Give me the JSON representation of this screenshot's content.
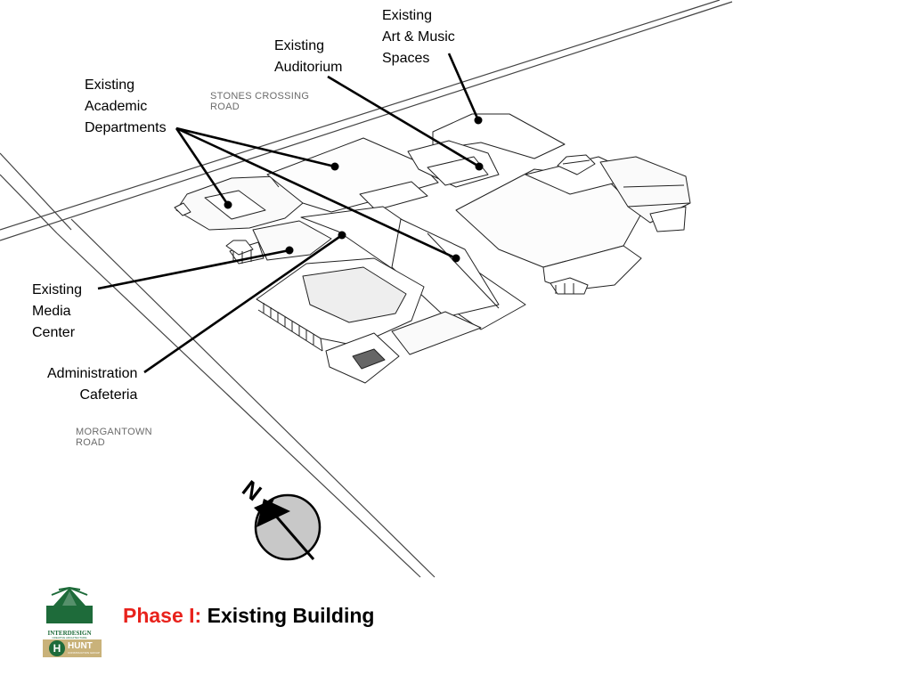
{
  "labels": {
    "art_music": [
      "Existing",
      "Art & Music",
      "Spaces"
    ],
    "auditorium": [
      "Existing",
      "Auditorium"
    ],
    "academic": [
      "Existing",
      "Academic",
      "Departments"
    ],
    "media": [
      "Existing",
      "Media",
      "Center"
    ],
    "admin": [
      "Administration",
      "Cafeteria"
    ]
  },
  "roads": {
    "stones": [
      "STONES CROSSING",
      "ROAD"
    ],
    "morgantown": [
      "MORGANTOWN",
      "ROAD"
    ]
  },
  "compass": {
    "letter": "N"
  },
  "title": {
    "prefix": "Phase I:",
    "main": "Existing Building"
  },
  "logos": {
    "interdesign": "INTERDESIGN",
    "interdesign_tag": "CREATIVE ARCHITECTURE",
    "hunt": "HUNT",
    "hunt_letter": "H",
    "hunt_tag": "CONSTRUCTION GROUP"
  },
  "colors": {
    "title_prefix": "#e8221c",
    "title_main": "#000000",
    "logo_green": "#1e6b3a",
    "hunt_gold": "#c9b27a",
    "road_text": "#6b6b6b"
  }
}
